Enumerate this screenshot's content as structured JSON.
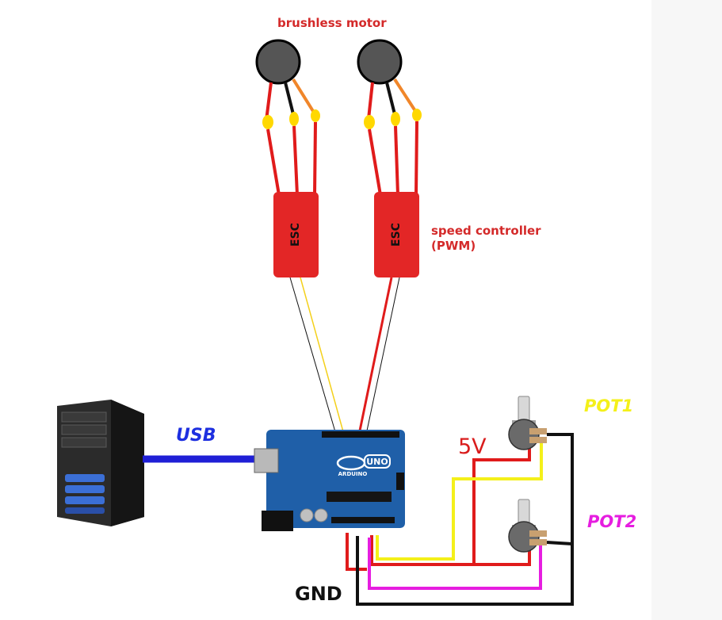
{
  "labels": {
    "motor": "brushless motor",
    "esc_line1": "speed controller",
    "esc_line2": "(PWM)",
    "esc_text": "ESC",
    "usb": "USB",
    "v5": "5V",
    "pot1": "POT1",
    "pot2": "POT2",
    "gnd": "GND"
  },
  "board": {
    "uno": "UNO",
    "brand": "ARDUINO"
  },
  "colors": {
    "wire_red": "#e01b1b",
    "wire_black": "#111111",
    "wire_orange": "#f0862a",
    "wire_yellow": "#f4f01a",
    "wire_magenta": "#e61de0",
    "usb_cable": "#1f1fd6",
    "esc_body": "#e32626",
    "motor_body": "#555555",
    "connector": "#ffd800",
    "board": "#1f5fa8"
  }
}
